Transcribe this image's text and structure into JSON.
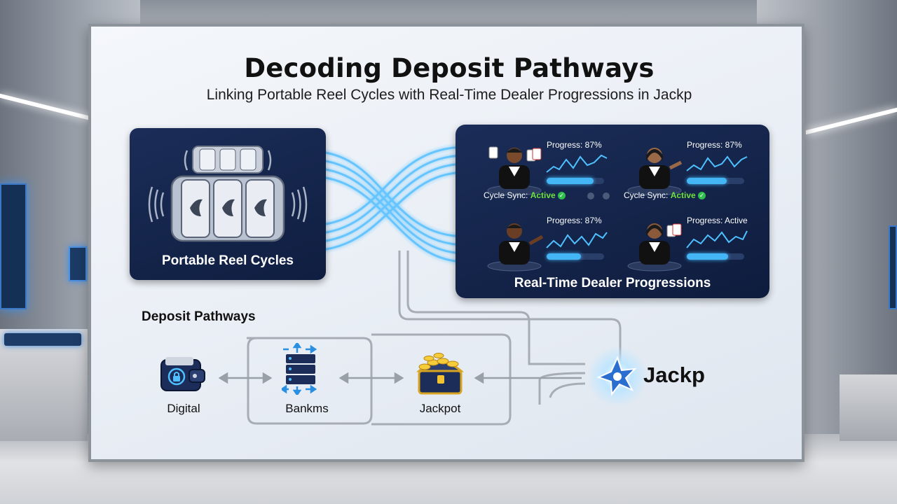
{
  "header": {
    "title": "Decoding Deposit Pathways",
    "subtitle": "Linking Portable Reel Cycles with Real-Time Dealer Progressions in Jackp"
  },
  "reel_panel": {
    "label": "Portable Reel Cycles"
  },
  "dealer_panel": {
    "label": "Real-Time Dealer Progressions",
    "cards": [
      {
        "progress_text": "Progress: 87%",
        "progress_value": 0.82,
        "sync_prefix": "Cycle Sync:",
        "sync_status": "Active"
      },
      {
        "progress_text": "Progress: 87%",
        "progress_value": 0.7,
        "sync_prefix": "Cycle Sync:",
        "sync_status": "Active"
      },
      {
        "progress_text": "Progress: 87%",
        "progress_value": 0.6
      },
      {
        "progress_text": "Progress: Active",
        "progress_value": 0.72
      }
    ]
  },
  "deposit": {
    "title": "Deposit Pathways",
    "nodes": [
      {
        "label": "Digital",
        "icon": "wallet-icon"
      },
      {
        "label": "Bankms",
        "icon": "server-stack-icon"
      },
      {
        "label": "Jackpot",
        "icon": "treasure-chest-icon"
      }
    ],
    "hub": {
      "label": "Jackp",
      "icon": "star-burst-icon"
    }
  },
  "colors": {
    "panel": "#13244a",
    "accent": "#44b6f5",
    "active": "#6ee040",
    "line": "#a8adb5"
  }
}
